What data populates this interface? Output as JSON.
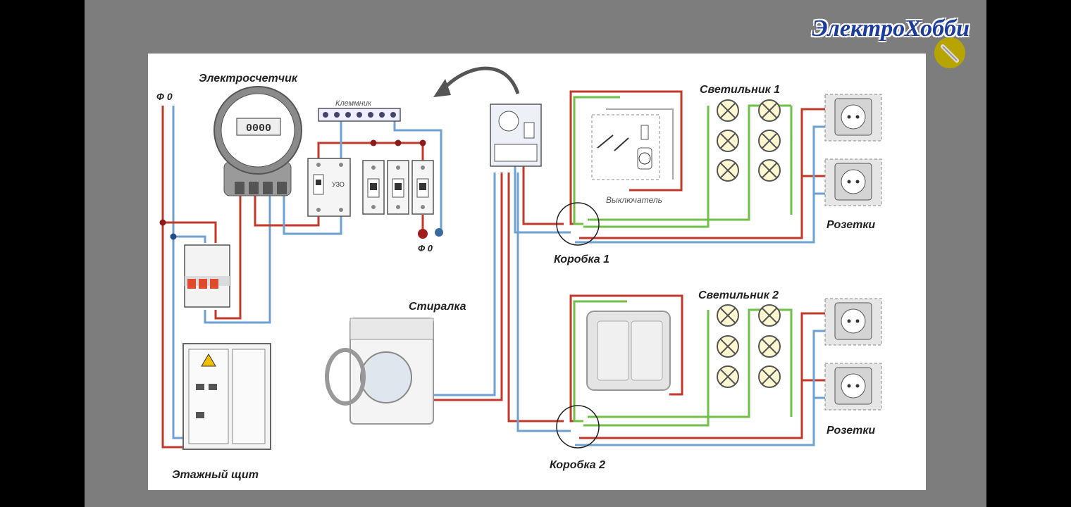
{
  "brand": "ЭлектроХобби",
  "labels": {
    "phase_zero_top": "Ф 0",
    "meter": "Электросчетчик",
    "terminal_block": "Клеммник",
    "rcd": "УЗО",
    "phase_zero_bottom": "Ф  0",
    "washer": "Стиралка",
    "floor_panel": "Этажный щит",
    "box1": "Коробка 1",
    "box2": "Коробка 2",
    "lamp1": "Светильник 1",
    "lamp2": "Светильник 2",
    "switch": "Выключатель",
    "sockets1": "Розетки",
    "sockets2": "Розетки",
    "meter_display": "0000"
  },
  "colors": {
    "phase": "#c0392b",
    "neutral": "#6ea0d0",
    "ground": "#6fbf4a"
  },
  "icons": [
    "pen-icon",
    "lamp-icon",
    "socket-icon",
    "meter-icon",
    "breaker-icon",
    "washer-icon",
    "switch-icon",
    "arrow-icon"
  ]
}
